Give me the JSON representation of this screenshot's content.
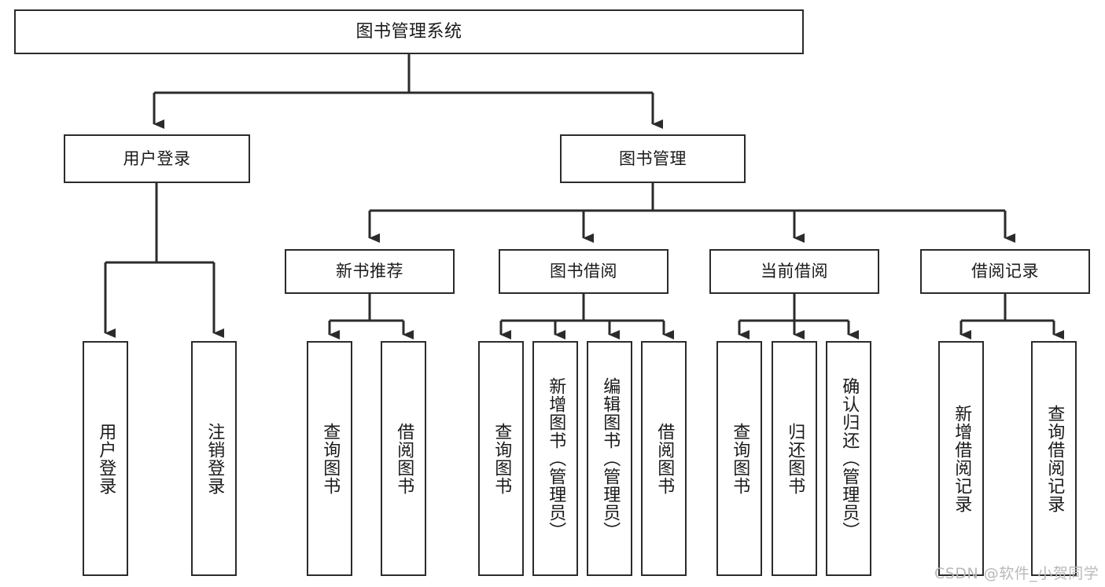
{
  "diagram": {
    "title": "图书管理系统",
    "root": {
      "label": "图书管理系统"
    },
    "level2": [
      {
        "label": "用户登录"
      },
      {
        "label": "图书管理"
      }
    ],
    "level3": [
      {
        "label": "新书推荐"
      },
      {
        "label": "图书借阅"
      },
      {
        "label": "当前借阅"
      },
      {
        "label": "借阅记录"
      }
    ],
    "leaves": {
      "user_login": [
        {
          "label": "用户登录"
        },
        {
          "label": "注销登录"
        }
      ],
      "new_book": [
        {
          "label": "查询图书"
        },
        {
          "label": "借阅图书"
        }
      ],
      "borrow": [
        {
          "label": "查询图书"
        },
        {
          "label": "新增图书（管理员）"
        },
        {
          "label": "编辑图书（管理员）"
        },
        {
          "label": "借阅图书"
        }
      ],
      "current": [
        {
          "label": "查询图书"
        },
        {
          "label": "归还图书"
        },
        {
          "label": "确认归还（管理员）"
        }
      ],
      "records": [
        {
          "label": "新增借阅记录"
        },
        {
          "label": "查询借阅记录"
        }
      ]
    }
  },
  "watermark": {
    "text": "CSDN @软件_小贺同学"
  },
  "colors": {
    "stroke": "#2b2b2b",
    "background": "#ffffff",
    "text": "#1a1a1a",
    "watermark": "#b9b9b9"
  }
}
